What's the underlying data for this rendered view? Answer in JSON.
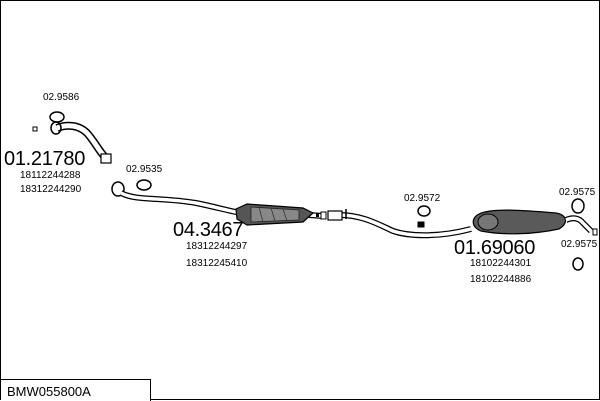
{
  "title": "BMW055800A",
  "parts": [
    {
      "number": "01.21780",
      "refs": [
        "18112244288",
        "18312244290"
      ]
    },
    {
      "number": "04.3467",
      "refs": [
        "18312244297",
        "18312245410"
      ]
    },
    {
      "number": "01.69060",
      "refs": [
        "18102244301",
        "18102244886"
      ]
    }
  ],
  "fittings": [
    "02.9586",
    "02.9535",
    "02.9572",
    "02.9575",
    "02.9575"
  ]
}
